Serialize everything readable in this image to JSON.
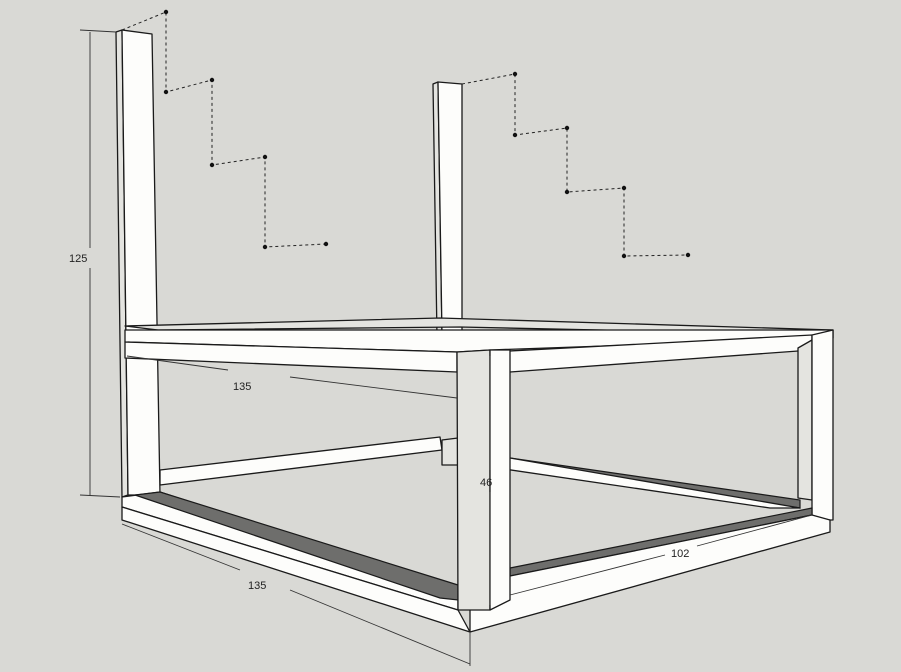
{
  "dimensions": {
    "height_total": "125",
    "depth_top": "135",
    "depth_bottom": "135",
    "height_frame": "46",
    "width_front": "102"
  },
  "colors": {
    "background": "#d9d9d5",
    "wood": "#fdfdfb",
    "shadow": "#6e6e6c"
  }
}
